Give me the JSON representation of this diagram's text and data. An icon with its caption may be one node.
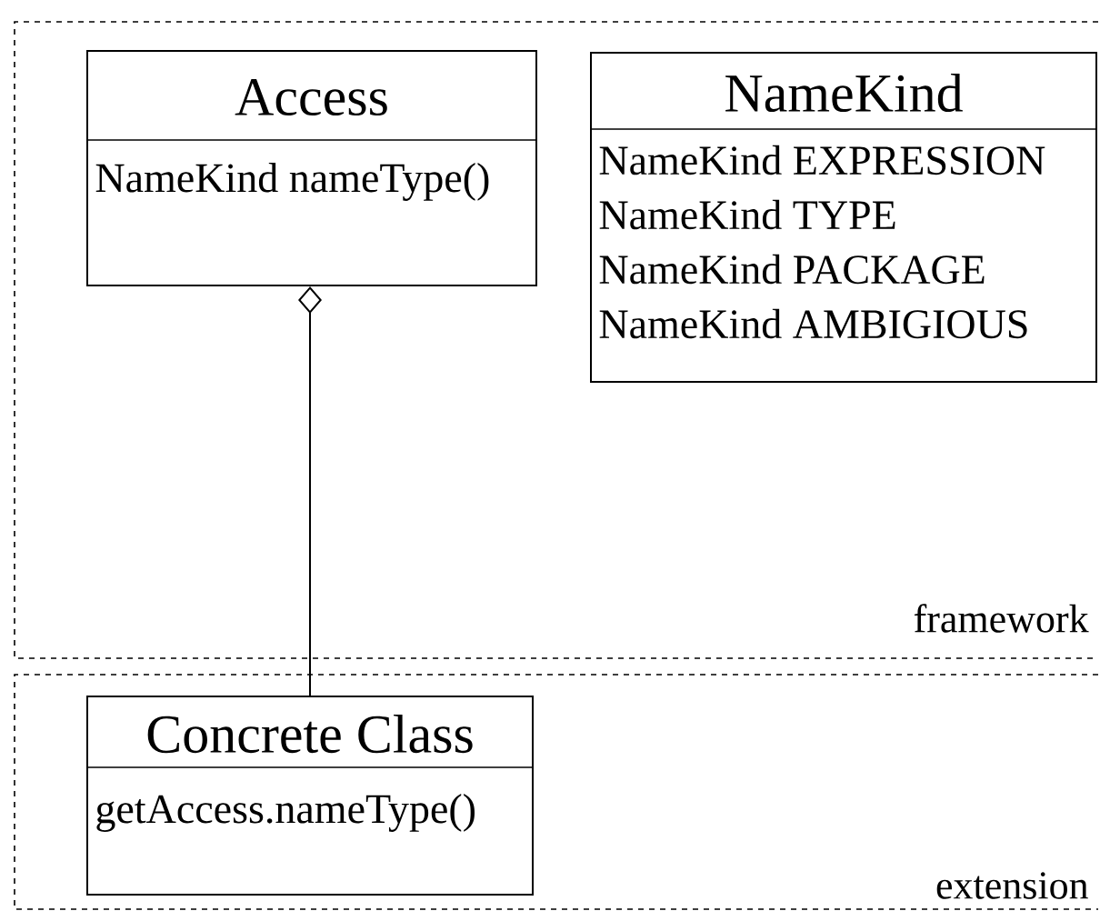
{
  "diagram": {
    "nodes": [
      {
        "text": [
          "framework"
        ]
      },
      {
        "text": [
          "Access",
          "NameKind nameType()"
        ],
        "in": 0
      },
      {
        "text": [
          "NameKind",
          "NameKind EXPRESSION",
          "NameKind TYPE",
          "NameKind PACKAGE",
          "NameKind AMBIGIOUS"
        ],
        "in": 0
      },
      {
        "text": [
          "extension"
        ]
      },
      {
        "text": [
          "Concrete Class",
          "getAccess.nameType()"
        ],
        "in": 3
      }
    ],
    "edges": [
      {
        "from": 4,
        "to": 1,
        "arrow": "other"
      }
    ]
  }
}
